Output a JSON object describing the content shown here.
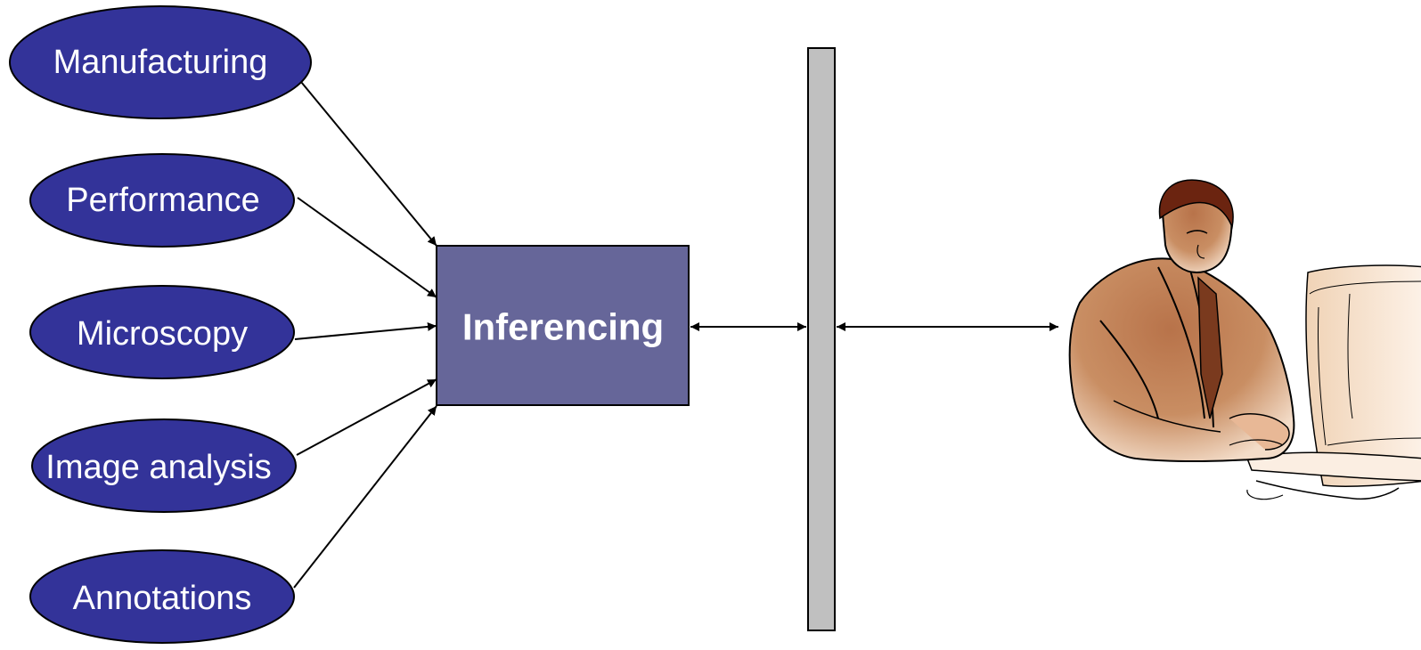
{
  "diagram": {
    "sources": [
      {
        "id": "manufacturing",
        "label": "Manufacturing"
      },
      {
        "id": "performance",
        "label": "Performance"
      },
      {
        "id": "microscopy",
        "label": "Microscopy"
      },
      {
        "id": "image-analysis",
        "label": "Image analysis"
      },
      {
        "id": "annotations",
        "label": "Annotations"
      }
    ],
    "center": {
      "label": "Inferencing"
    },
    "colors": {
      "source_fill": "#333399",
      "center_fill": "#666699",
      "bar_fill": "#c0c0c0",
      "stroke": "#000000",
      "text": "#ffffff"
    },
    "user": {
      "icon": "user-at-computer-icon"
    }
  }
}
